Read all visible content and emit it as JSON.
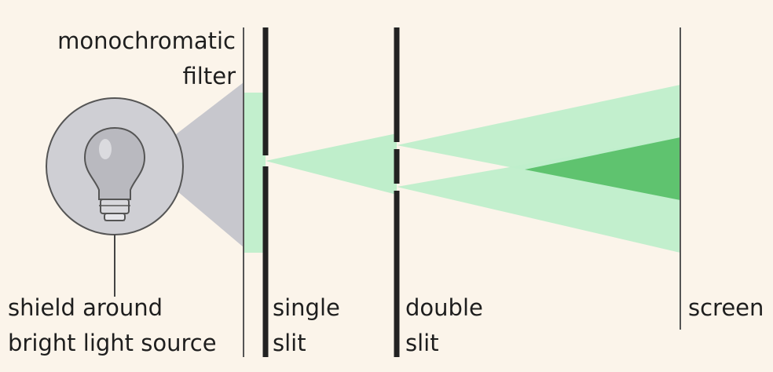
{
  "labels": {
    "filter_line1": "monochromatic",
    "filter_line2": "filter",
    "shield_line1": "shield around",
    "shield_line2": "bright light source",
    "single_line1": "single",
    "single_line2": "slit",
    "double_line1": "double",
    "double_line2": "slit",
    "screen": "screen"
  },
  "colors": {
    "background": "#fbf4ea",
    "beam_light": "#bfeecb",
    "beam_dark": "#5fc36f",
    "shield": "#cfcfd4",
    "slit": "#222222",
    "filter": "#555555",
    "text": "#1e1e1e"
  },
  "icons": {
    "bulb": "lightbulb-icon"
  }
}
